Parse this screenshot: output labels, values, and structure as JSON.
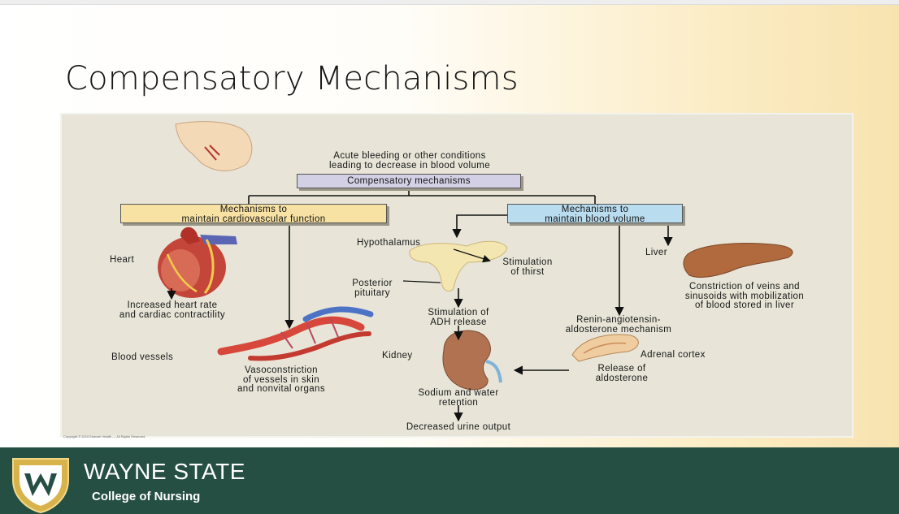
{
  "slide": {
    "title": "Compensatory Mechanisms"
  },
  "diagram": {
    "trigger": [
      "Acute bleeding or other conditions",
      "leading to decrease in blood volume"
    ],
    "root_box": "Compensatory mechanisms",
    "cardio_box": [
      "Mechanisms to",
      "maintain cardiovascular function"
    ],
    "volume_box": [
      "Mechanisms to",
      "maintain blood volume"
    ],
    "heart_label": "Heart",
    "heart_effect": [
      "Increased heart rate",
      "and cardiac contractility"
    ],
    "vessels_label": "Blood vessels",
    "vessels_effect": [
      "Vasoconstriction",
      "of vessels in skin",
      "and nonvital organs"
    ],
    "hypothalamus_label": "Hypothalamus",
    "thirst_label": [
      "Stimulation",
      "of thirst"
    ],
    "pituitary_label": [
      "Posterior",
      "pituitary"
    ],
    "adh_label": [
      "Stimulation of",
      "ADH release"
    ],
    "kidney_label": "Kidney",
    "retention_label": [
      "Sodium and water",
      "retention"
    ],
    "urine_label": "Decreased urine output",
    "raa_label": [
      "Renin-angiotensin-",
      "aldosterone mechanism"
    ],
    "adrenal_label": "Adrenal cortex",
    "aldosterone_label": [
      "Release of",
      "aldosterone"
    ],
    "liver_label": "Liver",
    "liver_effect": [
      "Constriction of veins and",
      "sinusoids with mobilization",
      "of blood stored in liver"
    ],
    "copyright": "Copyright © 2010 Elsevier Health — All Rights Reserved"
  },
  "footer": {
    "institution": "WAYNE STATE",
    "college": "College of Nursing",
    "colors": {
      "band": "#254f43",
      "shield_gold": "#d8b24a"
    }
  }
}
